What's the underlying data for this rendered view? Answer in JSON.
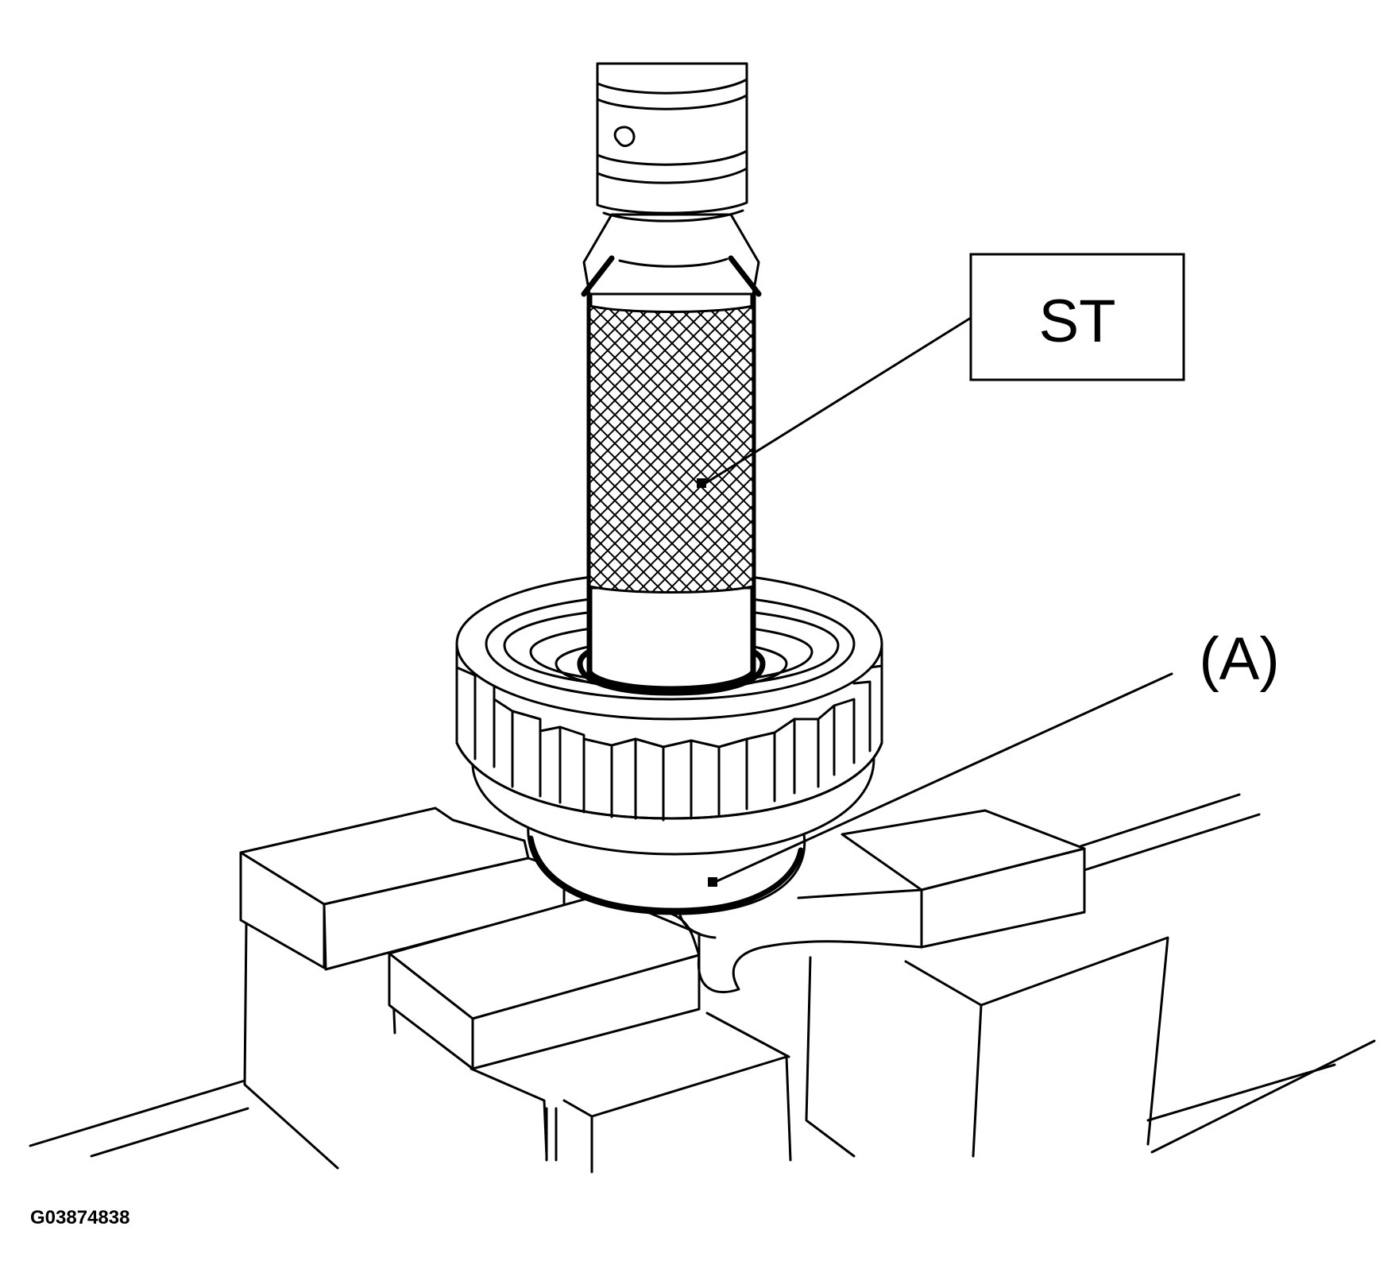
{
  "callouts": {
    "special_tool_label": "ST",
    "part_a_label": "(A)"
  },
  "figure_id": "G03874838"
}
